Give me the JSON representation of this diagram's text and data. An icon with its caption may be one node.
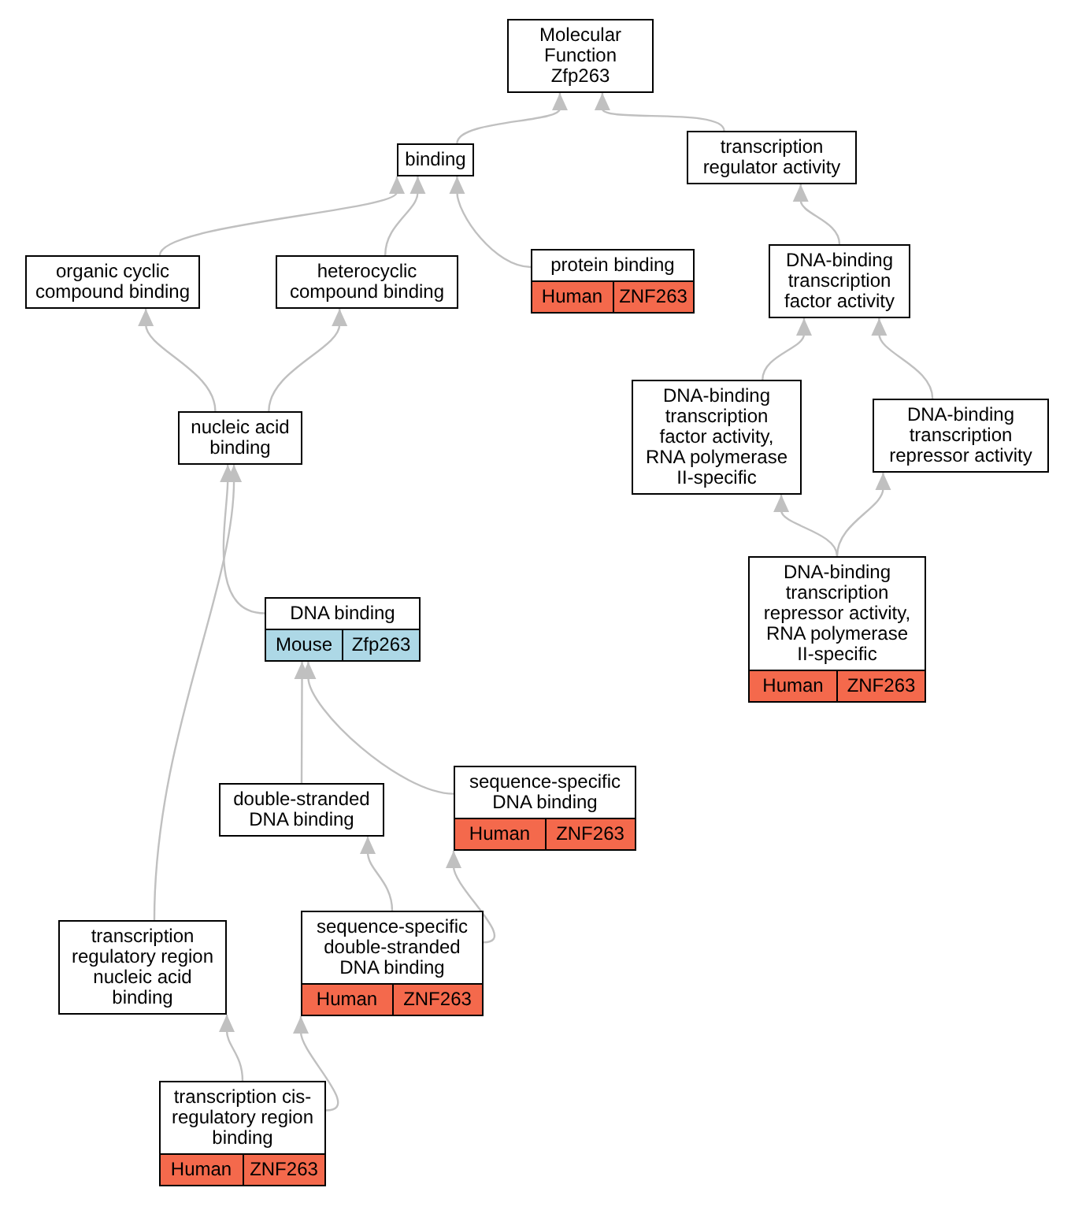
{
  "diagram": {
    "nodes": [
      {
        "text": [
          "Molecular Function Zfp263"
        ]
      },
      {
        "text": [
          "binding"
        ]
      },
      {
        "text": [
          "transcription regulator activity"
        ]
      },
      {
        "text": [
          "organic cyclic compound binding"
        ]
      },
      {
        "text": [
          "heterocyclic compound binding"
        ]
      },
      {
        "text": [
          "protein binding",
          "Human",
          "ZNF263"
        ]
      },
      {
        "text": [
          "DNA-binding transcription factor activity"
        ]
      },
      {
        "text": [
          "nucleic acid binding"
        ]
      },
      {
        "text": [
          "DNA-binding transcription factor activity, RNA polymerase II-specific"
        ]
      },
      {
        "text": [
          "DNA-binding transcription repressor activity"
        ]
      },
      {
        "text": [
          "DNA-binding transcription repressor activity, RNA polymerase II-specific",
          "Human",
          "ZNF263"
        ]
      },
      {
        "text": [
          "DNA binding",
          "Mouse",
          "Zfp263"
        ]
      },
      {
        "text": [
          "double-stranded DNA binding"
        ]
      },
      {
        "text": [
          "sequence-specific DNA binding",
          "Human",
          "ZNF263"
        ]
      },
      {
        "text": [
          "transcription regulatory region nucleic acid binding"
        ]
      },
      {
        "text": [
          "sequence-specific double-stranded DNA binding",
          "Human",
          "ZNF263"
        ]
      },
      {
        "text": [
          "transcription cis-regulatory region binding",
          "Human",
          "ZNF263"
        ]
      }
    ],
    "edges": [
      {
        "from": 1,
        "to": 0,
        "arrow": "to"
      },
      {
        "from": 2,
        "to": 0,
        "arrow": "to"
      },
      {
        "from": 3,
        "to": 1,
        "arrow": "to"
      },
      {
        "from": 4,
        "to": 1,
        "arrow": "to"
      },
      {
        "from": 5,
        "to": 1,
        "arrow": "to"
      },
      {
        "from": 6,
        "to": 2,
        "arrow": "to"
      },
      {
        "from": 7,
        "to": 3,
        "arrow": "to"
      },
      {
        "from": 7,
        "to": 4,
        "arrow": "to"
      },
      {
        "from": 8,
        "to": 6,
        "arrow": "to"
      },
      {
        "from": 9,
        "to": 6,
        "arrow": "to"
      },
      {
        "from": 10,
        "to": 8,
        "arrow": "to"
      },
      {
        "from": 10,
        "to": 9,
        "arrow": "to"
      },
      {
        "from": 11,
        "to": 7,
        "arrow": "to"
      },
      {
        "from": 12,
        "to": 11,
        "arrow": "to"
      },
      {
        "from": 13,
        "to": 11,
        "arrow": "to"
      },
      {
        "from": 14,
        "to": 7,
        "arrow": "to"
      },
      {
        "from": 15,
        "to": 12,
        "arrow": "to"
      },
      {
        "from": 15,
        "to": 13,
        "arrow": "to"
      },
      {
        "from": 16,
        "to": 14,
        "arrow": "to"
      },
      {
        "from": 16,
        "to": 15,
        "arrow": "to"
      }
    ]
  }
}
